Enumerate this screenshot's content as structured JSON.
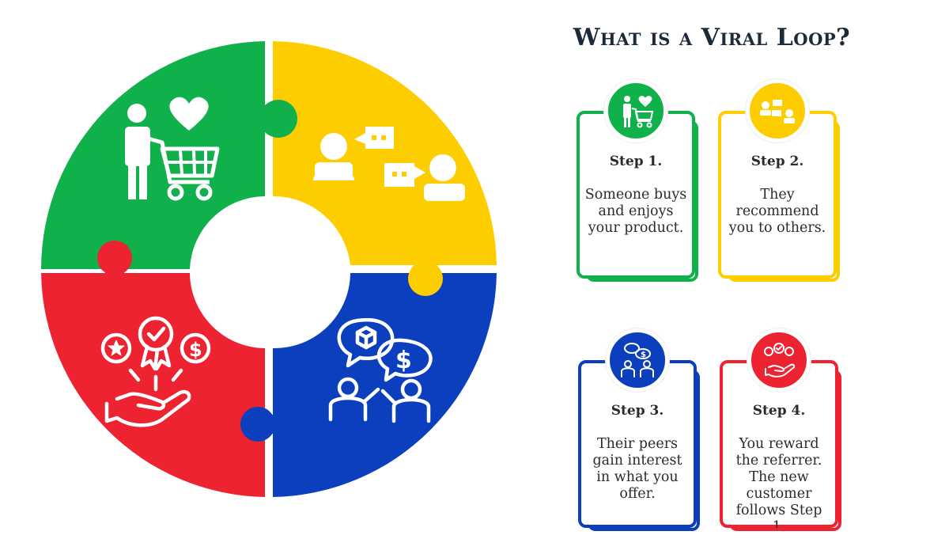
{
  "title": "What is a Viral Loop?",
  "colors": {
    "green": "#10b14b",
    "yellow": "#fecd00",
    "blue": "#0b3fbd",
    "red": "#ee2331",
    "title_text": "#1d2a3a"
  },
  "wheel_icons": [
    "shopper-cart-heart-icon",
    "people-chat-icon",
    "peers-interest-icon",
    "reward-hand-icon"
  ],
  "steps": [
    {
      "title": "Step 1.",
      "text": "Someone buys and enjoys your product.",
      "color": "#10b14b",
      "icon": "shopper-cart-heart-icon"
    },
    {
      "title": "Step 2.",
      "text": "They recommend you to others.",
      "color": "#fecd00",
      "icon": "people-chat-icon"
    },
    {
      "title": "Step 3.",
      "text": "Their peers gain interest in what you offer.",
      "color": "#0b3fbd",
      "icon": "peers-interest-icon"
    },
    {
      "title": "Step 4.",
      "text": "You reward the referrer. The new customer follows Step 1.",
      "color": "#ee2331",
      "icon": "reward-hand-icon"
    }
  ]
}
